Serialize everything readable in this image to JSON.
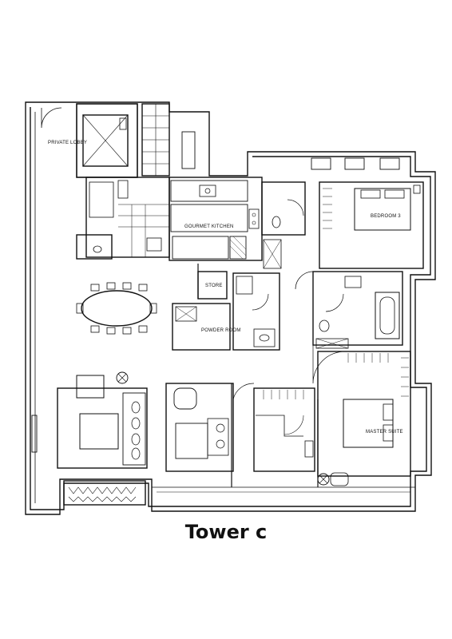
{
  "caption": "Tower c",
  "rooms": {
    "private_lobby": "PRIVATE LOBBY",
    "gourmet_kitchen": "GOURMET KITCHEN",
    "store": "STORE",
    "powder_room": "POWDER ROOM",
    "bedroom_3": "BEDROOM 3",
    "master_suite": "MASTER SUITE"
  }
}
